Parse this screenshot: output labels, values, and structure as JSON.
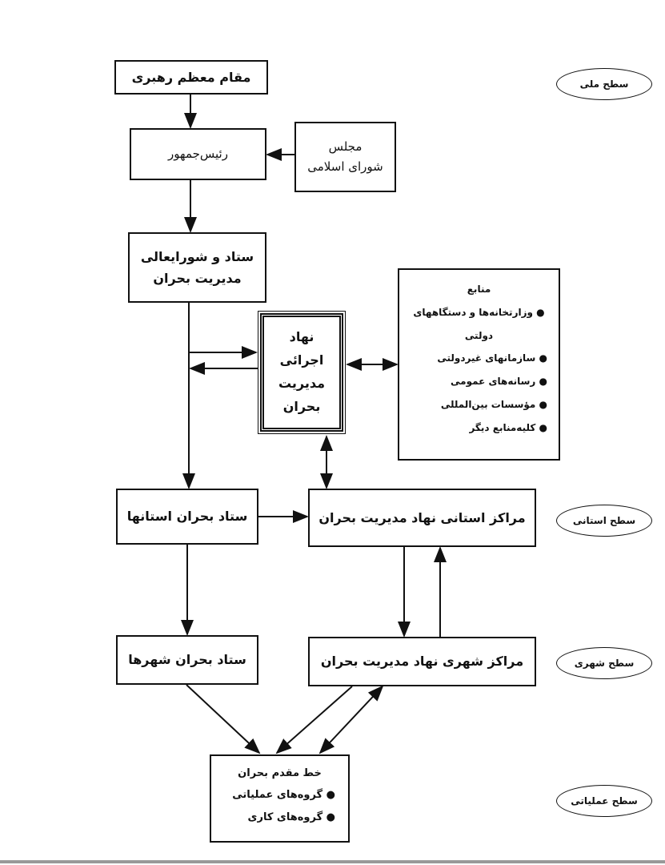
{
  "levels": {
    "national": "سطح ملی",
    "provincial": "سطح استانی",
    "city": "سطح شهری",
    "operational": "سطح عملیاتی"
  },
  "boxes": {
    "leader": "مقام معظم رهبری",
    "president": "رئیس‌جمهور",
    "parliament": [
      "مجلس",
      "شورای اسلامی"
    ],
    "council": [
      "ستاد و شورایعالی",
      "مدیریت بحران"
    ],
    "executive": [
      "نهاد",
      "اجرائی",
      "مدیریت",
      "بحران"
    ],
    "resources": {
      "title": "منابع",
      "items": [
        "وزارتخانه‌ها و دستگاههای دولتی",
        "سازمانهای غیردولتی",
        "رسانه‌های عمومی",
        "مؤسسات بین‌المللی",
        "کلیه‌منابع دیگر"
      ]
    },
    "provincial_staff": "ستاد بحران استانها",
    "provincial_centers": "مراکز استانی نهاد مدیریت بحران",
    "city_staff": "ستاد بحران شهرها",
    "city_centers": "مراکز شهری نهاد مدیریت بحران",
    "front": {
      "title": "خط مقدم بحران",
      "items": [
        "گروه‌های عملیاتی",
        "گروه‌های کاری"
      ]
    }
  }
}
